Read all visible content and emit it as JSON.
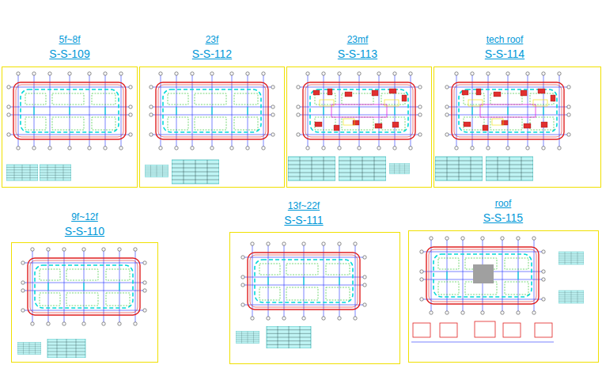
{
  "diagram": {
    "nodes": [
      {
        "text": [
          "5f~8f",
          "S-S-109"
        ]
      },
      {
        "text": [
          "23f",
          "S-S-112"
        ]
      },
      {
        "text": [
          "23mf",
          "S-S-113"
        ]
      },
      {
        "text": [
          "tech roof",
          "S-S-114"
        ]
      },
      {
        "text": [
          "9f~12f",
          "S-S-110"
        ]
      },
      {
        "text": [
          "13f~22f",
          "S-S-111"
        ]
      },
      {
        "text": [
          "roof",
          "S-S-115"
        ]
      }
    ]
  }
}
